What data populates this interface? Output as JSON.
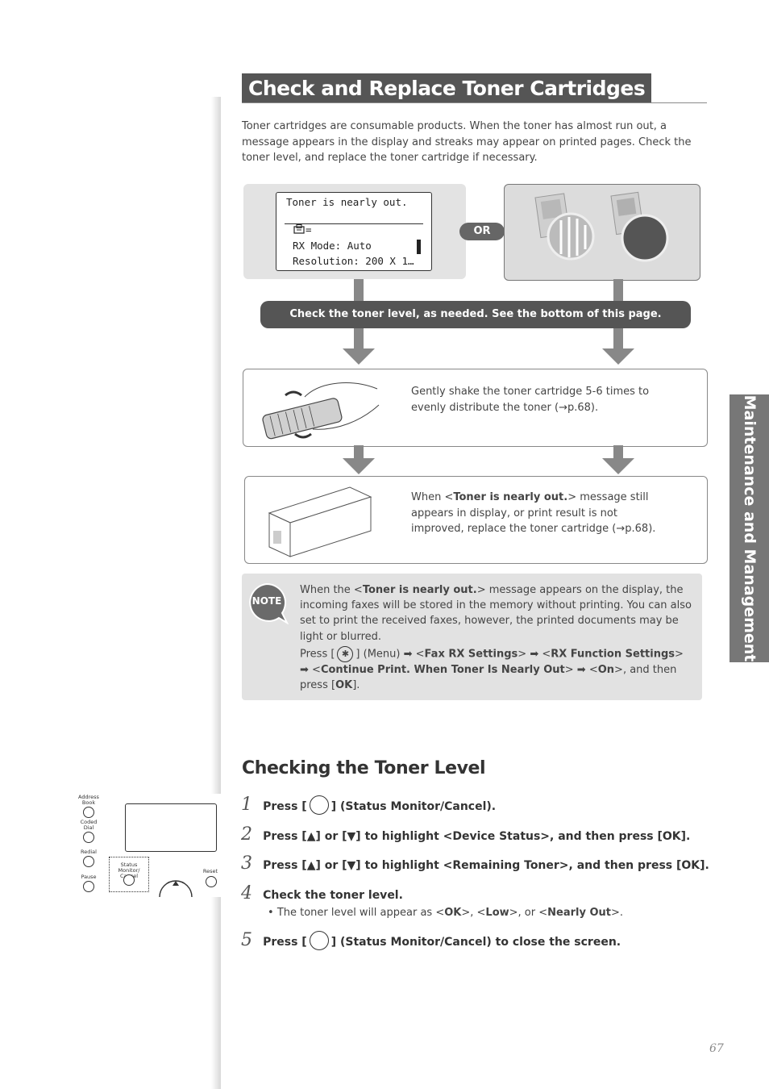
{
  "header": {
    "title": "Check and Replace Toner Cartridges"
  },
  "intro": "Toner cartridges are consumable products. When the toner has almost run out, a message appears in the display and streaks may appear on printed pages. Check the toner level, and replace the toner cartridge if necessary.",
  "lcd": {
    "line1": "Toner is nearly out.",
    "line2": "=",
    "line3": "RX Mode: Auto",
    "line4": "Resolution: 200 X 1…"
  },
  "or_label": "OR",
  "check_bar": "Check the toner level, as needed. See the bottom of this page.",
  "shake_box": {
    "text_a": "Gently shake the toner cartridge 5-6 times to evenly distribute the toner (",
    "ref": "→p.68",
    "text_b": ")."
  },
  "replace_box": {
    "pre": "When <",
    "bold": "Toner is nearly out.",
    "post": "> message still appears in display, or print result is not improved, replace the toner cartridge (",
    "ref": "→p.68",
    "end": ")."
  },
  "note": {
    "badge": "NOTE",
    "p1_pre": "When the <",
    "p1_bold": "Toner is nearly out.",
    "p1_post": "> message appears on the display, the incoming faxes will be stored in the memory without printing. You can also set to print the received faxes, however, the printed documents may be light or blurred.",
    "p2_press": "Press [",
    "p2_menu": "] (Menu) ",
    "p2_fax": "Fax RX Settings",
    "p2_rx": "RX Function Settings",
    "p2_cont": "Continue Print. When Toner Is Nearly Out",
    "p2_on": "On",
    "p2_then": ", and then press",
    "p2_ok": "OK",
    "p2_end": "]."
  },
  "side_tab": "Maintenance and Management",
  "section": {
    "title": "Checking the Toner Level"
  },
  "steps": [
    {
      "num": "1",
      "pre": "Press [",
      "post": "] (Status Monitor/Cancel)."
    },
    {
      "num": "2",
      "text": "Press [▲] or [▼] to highlight <Device Status>, and then press [OK]."
    },
    {
      "num": "3",
      "text": "Press [▲] or [▼] to highlight <Remaining Toner>, and then press [OK]."
    },
    {
      "num": "4",
      "text": "Check the toner level."
    },
    {
      "num": "5",
      "pre": "Press [",
      "post": "] (Status Monitor/Cancel) to close the screen."
    }
  ],
  "bullet": {
    "pre": "The toner level will appear as <",
    "ok": "OK",
    "mid1": ">, <",
    "low": "Low",
    "mid2": ">, or <",
    "nearly": "Nearly Out",
    "end": ">."
  },
  "panel": {
    "address_book": "Address Book",
    "coded_dial": "Coded Dial",
    "redial": "Redial",
    "pause": "Pause",
    "status_monitor": "Status Monitor/ Cancel",
    "reset": "Reset"
  },
  "page_number": "67"
}
